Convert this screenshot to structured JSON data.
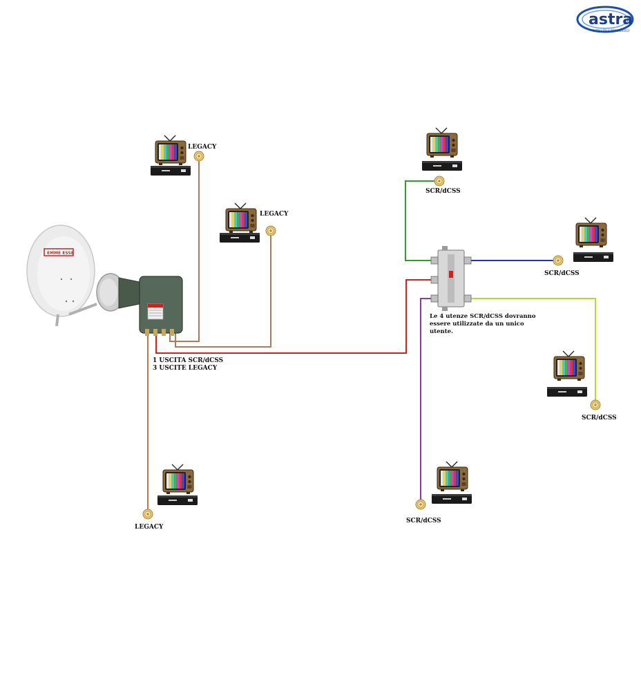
{
  "logo": {
    "text": "astra",
    "tagline": "SATELLITE & TECHNOLOGY"
  },
  "dish": {
    "brand_label": "EMME ESSE"
  },
  "lnb": {
    "output_note_line1": "1 USCITA SCR/dCSS",
    "output_note_line2": "3 USCITE LEGACY"
  },
  "labels": {
    "legacy_1": "LEGACY",
    "legacy_2": "LEGACY",
    "legacy_3": "LEGACY",
    "scr_1": "SCR/dCSS",
    "scr_2": "SCR/dCSS",
    "scr_3": "SCR/dCSS",
    "scr_4": "SCR/dCSS"
  },
  "splitter_note": {
    "line1": "Le 4 utenze SCR/dCSS dovranno",
    "line2": "essere utilizzate da un unico",
    "line3": "utente."
  },
  "colors": {
    "legacy_cable": "#b07a5a",
    "scr_trunk": "#cc2222",
    "green_branch": "#2aa02a",
    "blue_branch": "#2233aa",
    "yellow_branch": "#b8d82a",
    "purple_branch": "#8a3a9a",
    "connector": "#d9b45a"
  },
  "icons": [
    "tv-icon",
    "receiver-icon",
    "connector-icon",
    "dish-icon",
    "lnb-icon",
    "splitter-icon"
  ]
}
